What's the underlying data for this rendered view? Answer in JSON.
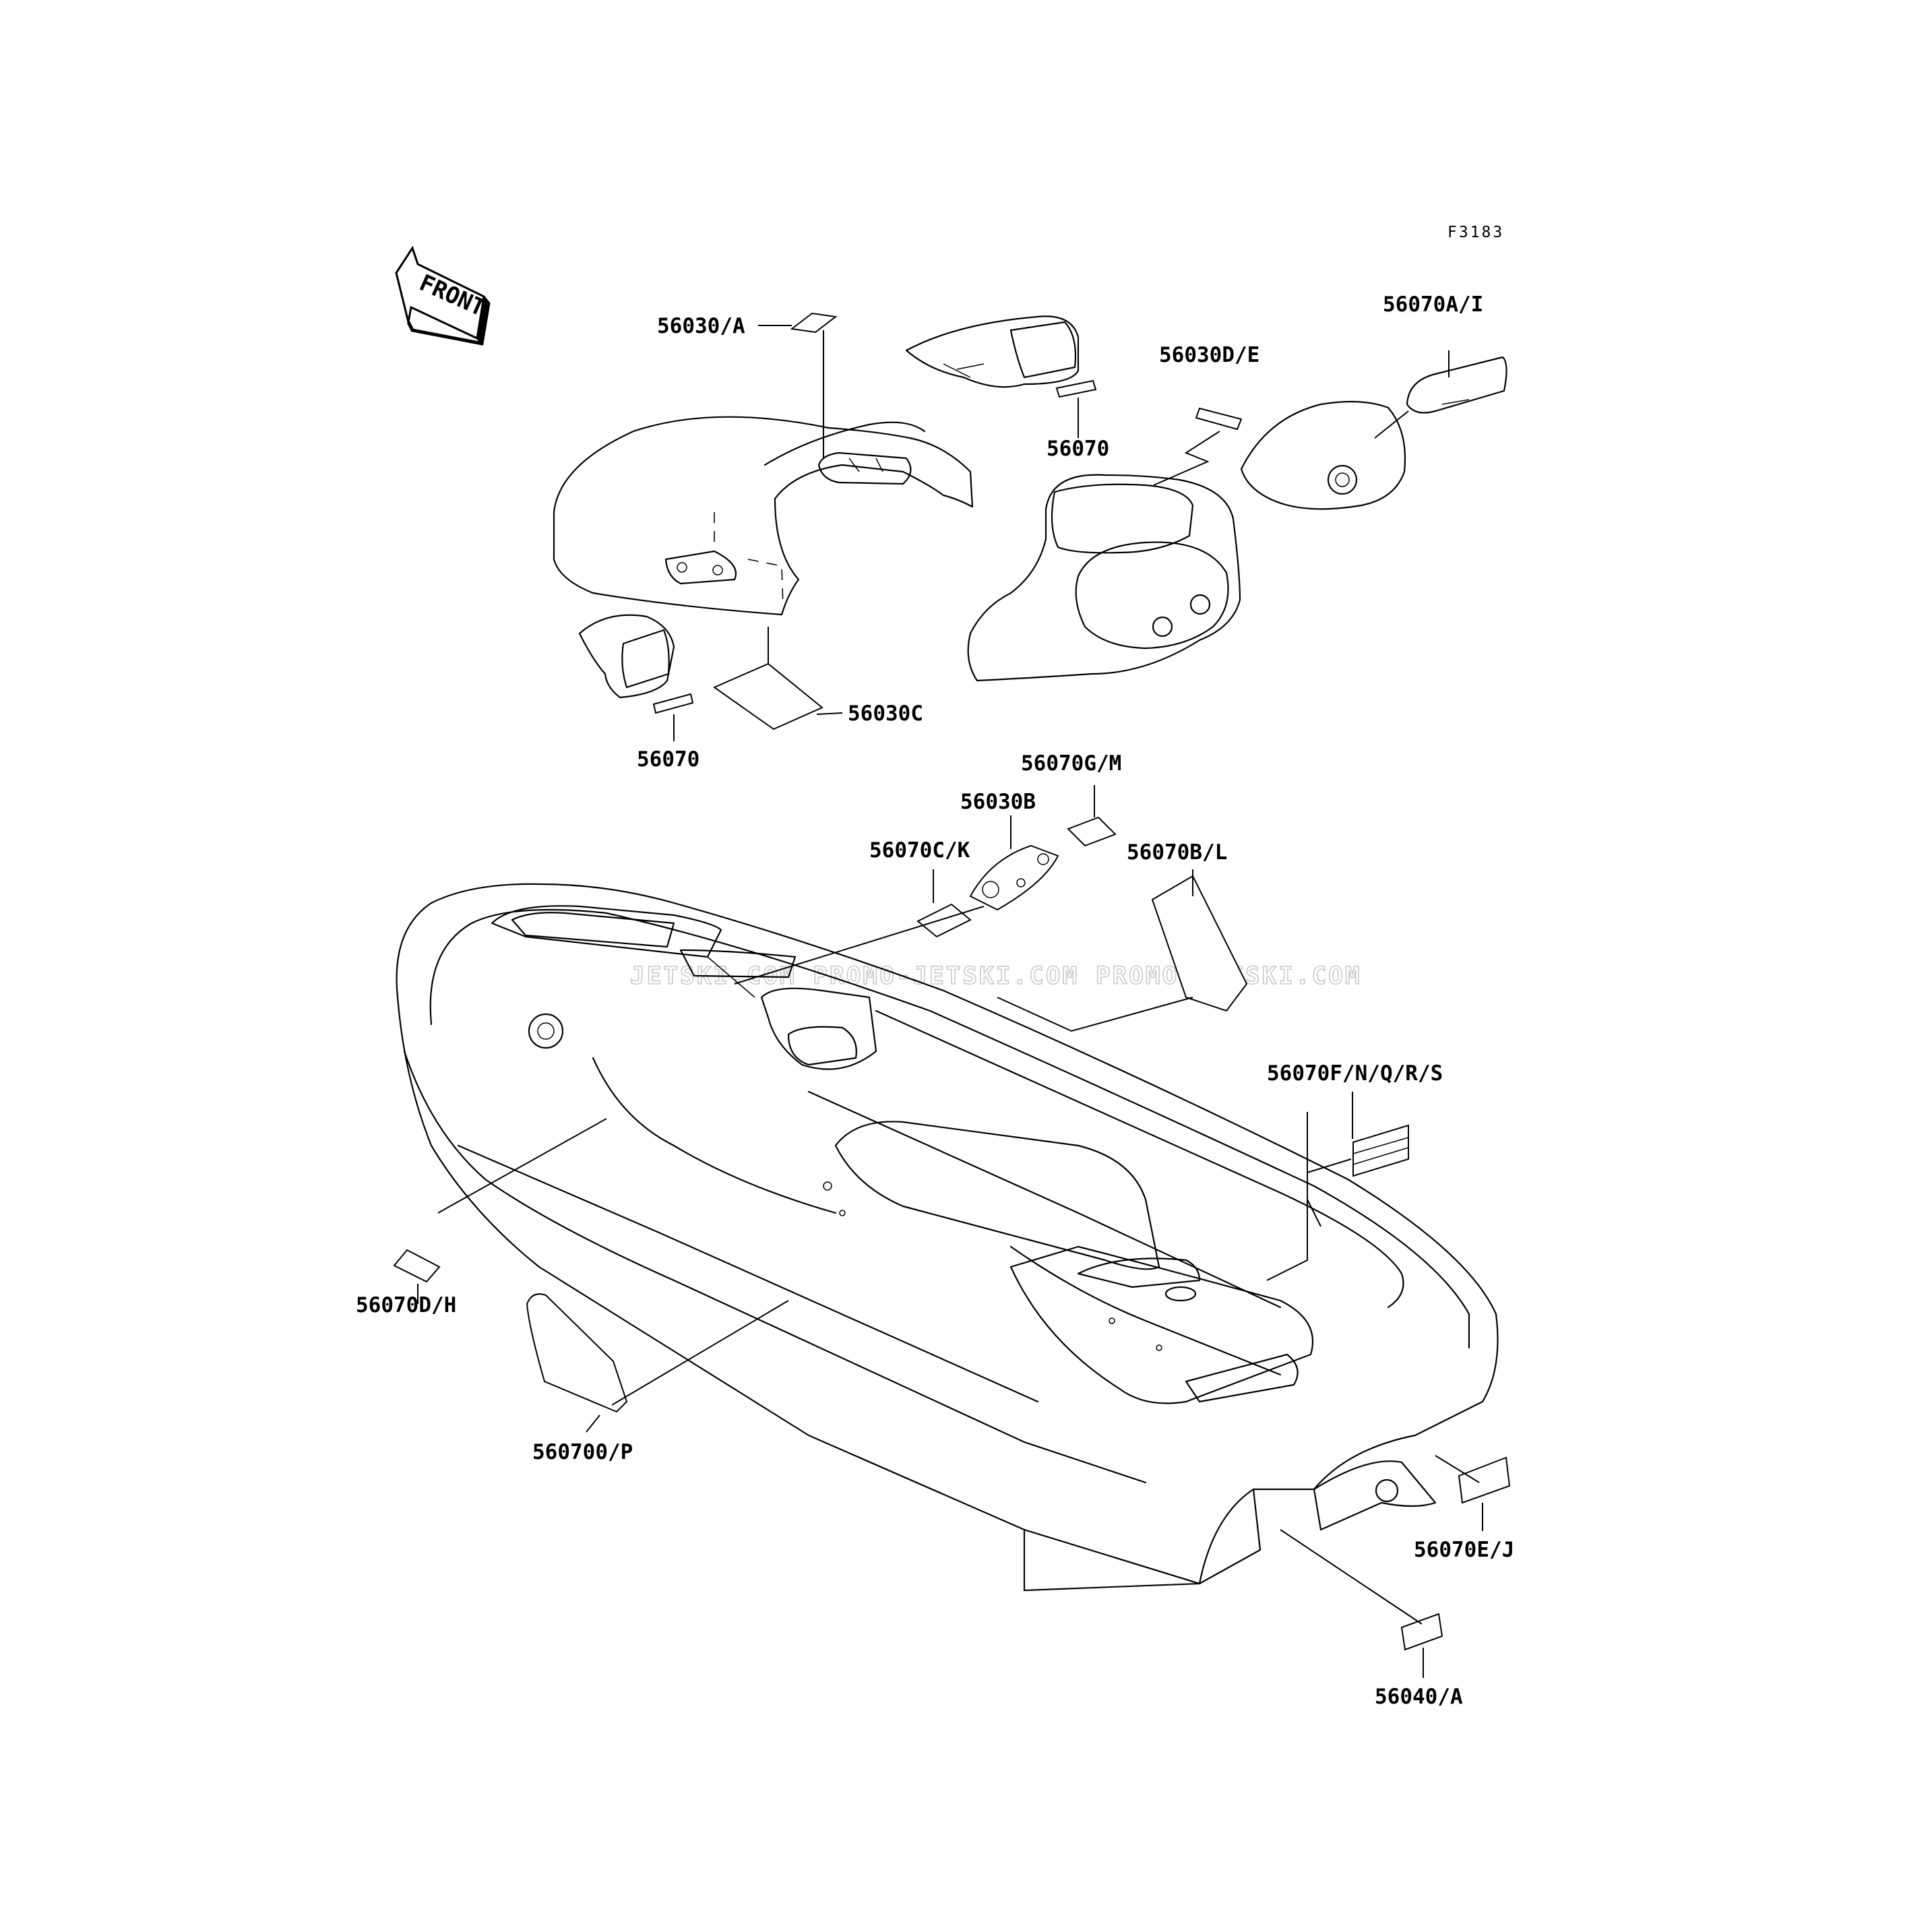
{
  "figure_code": "F3183",
  "front_arrow": {
    "text": "FRONT",
    "icon": "front-direction-arrow-icon"
  },
  "watermark": "JETSKI.COM  PROMO-JETSKI.COM  PROMO-JETSKI.COM",
  "callouts": {
    "c56030_a": "56030/A",
    "c56070_top_center": "56070",
    "c56030d_e": "56030D/E",
    "c56070a_i": "56070A/I",
    "c56070_left": "56070",
    "c56030c": "56030C",
    "c56070g_m": "56070G/M",
    "c56030b": "56030B",
    "c56070c_k": "56070C/K",
    "c56070b_l": "56070B/L",
    "c56070f_n_q_r_s": "56070F/N/Q/R/S",
    "c56070d_h": "56070D/H",
    "c560700_p": "560700/P",
    "c56070e_j": "56070E/J",
    "c56040_a": "56040/A"
  }
}
